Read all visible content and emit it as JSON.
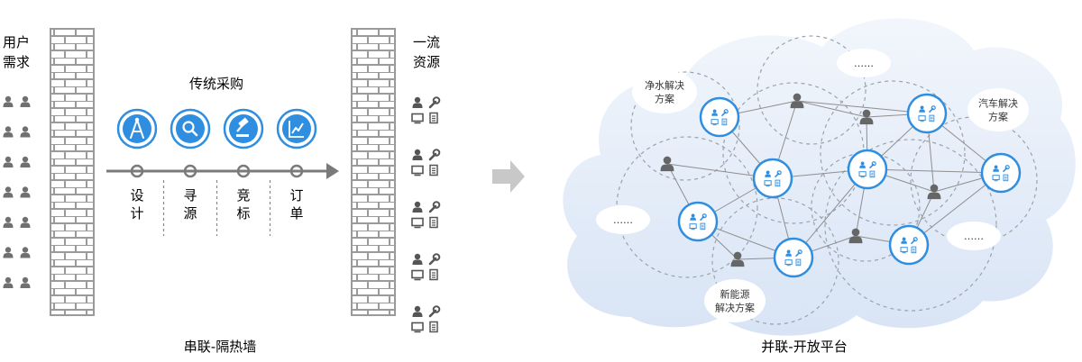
{
  "left": {
    "users_label": [
      "用户",
      "需求"
    ],
    "resources_label": [
      "一流",
      "资源"
    ],
    "process_title": "传统采购",
    "steps": [
      {
        "label": [
          "设",
          "计"
        ],
        "icon": "compass-icon"
      },
      {
        "label": [
          "寻",
          "源"
        ],
        "icon": "search-icon"
      },
      {
        "label": [
          "竞",
          "标"
        ],
        "icon": "gavel-icon"
      },
      {
        "label": [
          "订",
          "单"
        ],
        "icon": "line-chart-icon"
      }
    ],
    "caption": "串联-隔热墙"
  },
  "right": {
    "bubbles": [
      {
        "id": "water",
        "label": [
          "净水解决",
          "方案"
        ]
      },
      {
        "id": "dots-top",
        "label": [
          "……"
        ]
      },
      {
        "id": "auto",
        "label": [
          "汽车解决",
          "方案"
        ]
      },
      {
        "id": "dots-left",
        "label": [
          "……"
        ]
      },
      {
        "id": "dots-right",
        "label": [
          "……"
        ]
      },
      {
        "id": "energy",
        "label": [
          "新能源",
          "解决方案"
        ]
      }
    ],
    "caption": "并联-开放平台"
  },
  "colors": {
    "accent": "#2f8ee0",
    "wall": "#9a9a9a",
    "cloud": "#dde8f7",
    "gray_icon": "#707070",
    "arrow": "#c8c8c8"
  }
}
